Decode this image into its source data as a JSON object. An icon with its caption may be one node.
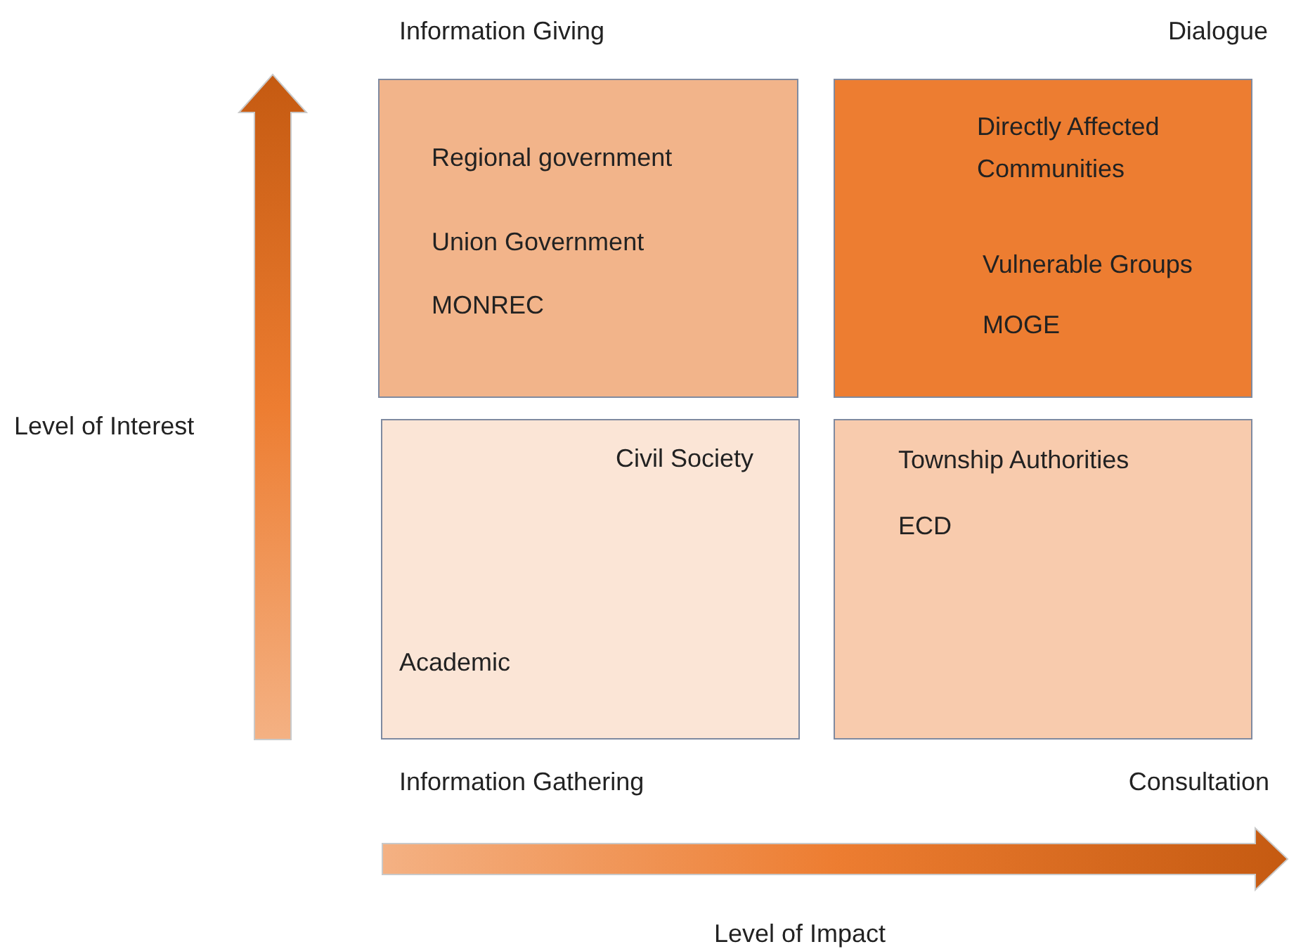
{
  "diagram": {
    "nodes": [
      {
        "text": [
          "Regional government",
          "Union Government",
          "MONREC"
        ]
      },
      {
        "text": [
          "Directly Affected Communities",
          "Vulnerable Groups",
          "MOGE"
        ]
      },
      {
        "text": [
          "Civil Society",
          "Academic"
        ]
      },
      {
        "text": [
          "Township Authorities",
          "ECD"
        ]
      }
    ],
    "labels": [
      "Information Giving",
      "Dialogue",
      "Level of Interest",
      "Information Gathering",
      "Consultation",
      "Level of Impact"
    ]
  }
}
